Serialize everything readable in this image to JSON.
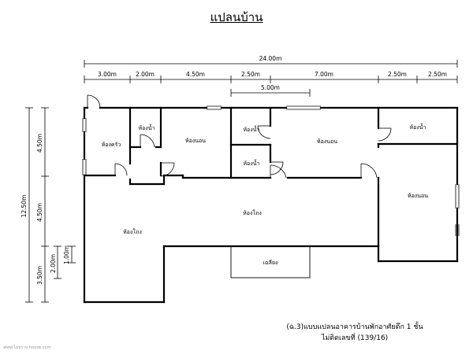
{
  "title": "แปลนบ้าน",
  "dimensions": {
    "total_width": "24.00m",
    "segments": [
      "3.00m",
      "2.00m",
      "4.50m",
      "2.50m",
      "7.00m",
      "2.50m",
      "2.50m"
    ],
    "inner_segment": "5.00m",
    "total_depth": "12.50m",
    "left_segments": [
      "4.50m",
      "4.50m",
      "3.50m"
    ],
    "sub_segments": [
      "2.00m",
      "1.00m"
    ]
  },
  "rooms": {
    "kitchen": "ห้องครัว",
    "bathroom_1": "ห้องน้ำ",
    "bedroom_1": "ห้องนอน",
    "bathroom_2": "ห้องน้ำ",
    "bathroom_3": "ห้องน้ำ",
    "bedroom_2": "ห้องนอน",
    "bathroom_4": "ห้องน้ำ",
    "bedroom_3": "ห้องนอน",
    "living_room": "ห้องโถง",
    "hall": "ห้องโถง",
    "terrace": "เฉลียง"
  },
  "caption": {
    "line1": "(ฉ.3)แบบแปลนอาคารบ้านพักอาศัยตึก 1 ชั้น",
    "line2": "ไม่ติดเลขที่ (139/16)"
  },
  "watermark": "www.ไม่ทราบ-house.com"
}
